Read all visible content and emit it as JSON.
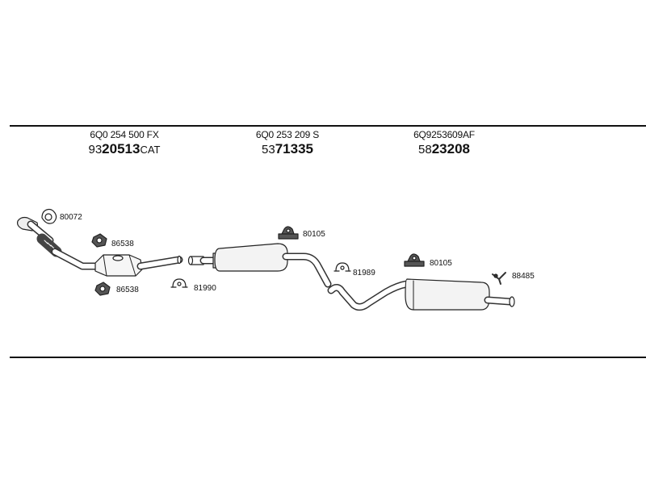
{
  "parts": [
    {
      "oem": "6Q0 254 500 FX",
      "prefix": "93",
      "main": "20513",
      "suffix": "CAT"
    },
    {
      "oem": "6Q0 253 209 S",
      "prefix": "53",
      "main": "71335",
      "suffix": ""
    },
    {
      "oem": "6Q9253609AF",
      "prefix": "58",
      "main": "23208",
      "suffix": ""
    }
  ],
  "labels": {
    "l80072": "80072",
    "l86538a": "86538",
    "l86538b": "86538",
    "l81990": "81990",
    "l80105a": "80105",
    "l81989": "81989",
    "l80105b": "80105",
    "l88485": "88485"
  }
}
